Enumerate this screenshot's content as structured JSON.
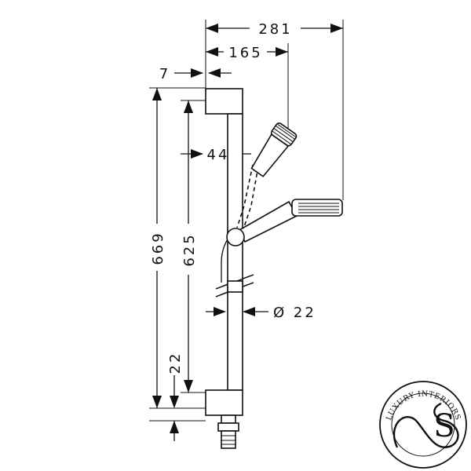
{
  "drawing": {
    "dimensions": {
      "overall_width": "281",
      "handshower_offset": "165",
      "wall_gap": "7",
      "rail_offset": "44",
      "overall_height": "669",
      "rail_length": "625",
      "bottom_offset": "22",
      "rail_diameter": "Ø 22"
    }
  },
  "logo": {
    "text": "LUXURY INTERIORS",
    "monogram": "S"
  }
}
